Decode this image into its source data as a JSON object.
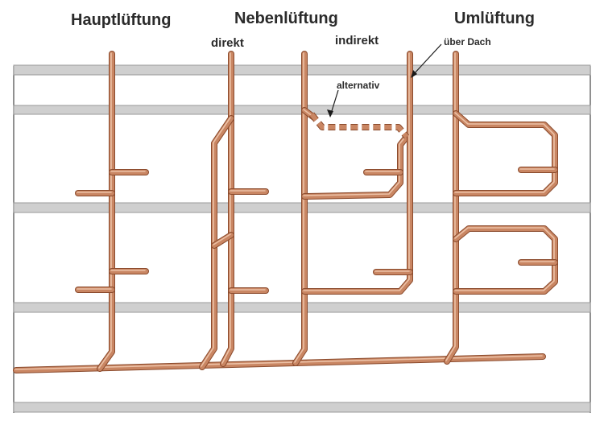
{
  "labels": {
    "hauptlueftung": "Hauptlüftung",
    "nebenlueftung": "Nebenlüftung",
    "umlueftung": "Umlüftung",
    "direkt": "direkt",
    "indirekt": "indirekt",
    "ueber_dach": "über Dach",
    "alternativ": "alternativ"
  },
  "colors": {
    "pipe": "#c98663",
    "pipe_outline": "#8a4a2c",
    "floor": "#cfcfcf"
  }
}
